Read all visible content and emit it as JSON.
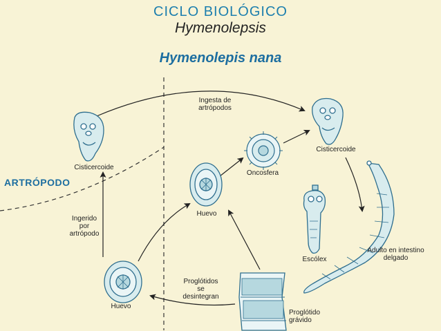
{
  "title": "CICLO BIOLÓGICO",
  "subtitle": "Hymenolepsis",
  "species": "Hymenolepis nana",
  "zone_label": "ARTRÓPODO",
  "labels": {
    "cisticercoide_left": "Cisticercoide",
    "ingerido": [
      "Ingerido",
      "por",
      "artrópodo"
    ],
    "huevo_bottom": "Huevo",
    "huevo_middle": "Huevo",
    "oncosfera": "Oncosfera",
    "ingesta": [
      "Ingesta de",
      "artrópodos"
    ],
    "cisticercoide_right": "Cisticercoide",
    "escolex": "Escólex",
    "adulto": [
      "Adulto en intestino",
      "delgado"
    ],
    "proglotidos": [
      "Proglótidos",
      "se",
      "desintegran"
    ],
    "proglotido_gravido": [
      "Proglótido",
      "grávido"
    ]
  },
  "colors": {
    "background": "#f8f3d6",
    "title_blue": "#1d7fae",
    "accent_blue": "#1d6ea0",
    "drawing_stroke": "#2e6e8e",
    "drawing_fill": "#d8ecee",
    "arrow": "#222222"
  }
}
